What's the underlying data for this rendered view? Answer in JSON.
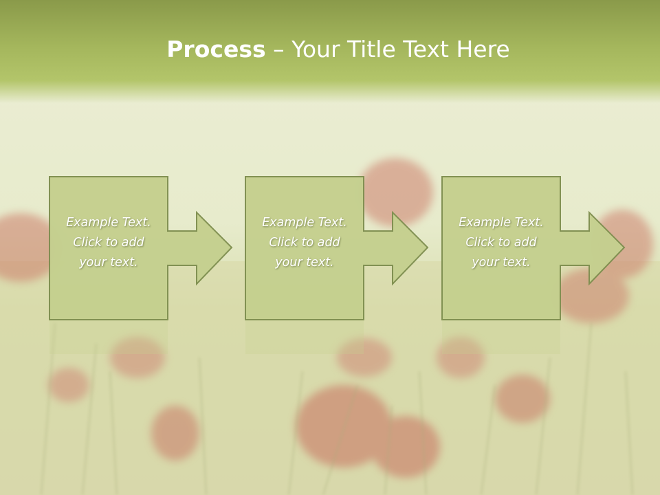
{
  "slide": {
    "title_bold": "Process",
    "title_dash": " – ",
    "title_rest": "Your Title Text Here"
  },
  "steps": [
    {
      "lines": [
        "Example Text.",
        "Click  to add",
        "your text."
      ]
    },
    {
      "lines": [
        "Example Text.",
        "Click  to add",
        "your text."
      ]
    },
    {
      "lines": [
        "Example Text.",
        "Click  to add",
        "your text."
      ]
    }
  ],
  "colors": {
    "title_band": "#a4b65c",
    "shape_fill": "#c5d08f",
    "shape_border": "#7f8f50",
    "poppy": "#c95a48",
    "text": "#ffffff"
  }
}
